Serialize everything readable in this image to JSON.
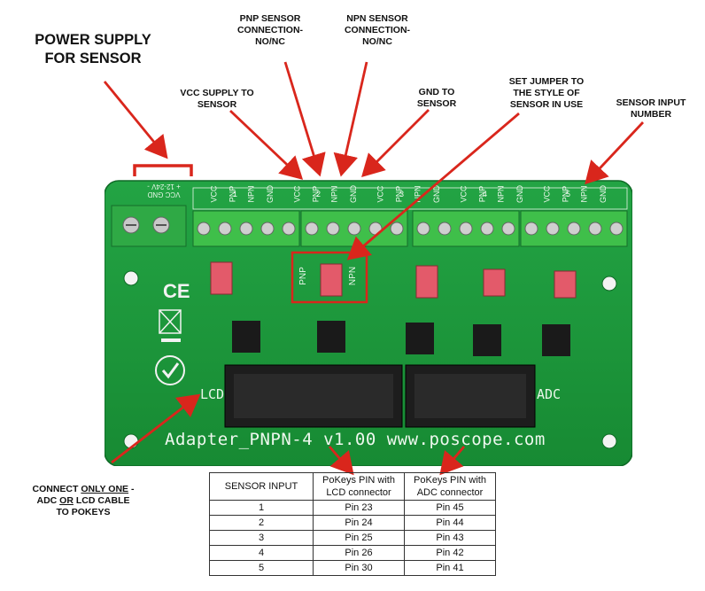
{
  "labels": {
    "power_supply": "POWER SUPPLY\nFOR SENSOR",
    "vcc_supply": "VCC SUPPLY TO\nSENSOR",
    "pnp_conn": "PNP SENSOR\nCONNECTION-\nNO/NC",
    "npn_conn": "NPN SENSOR\nCONNECTION-\nNO/NC",
    "gnd_to": "GND TO\nSENSOR",
    "jumper": "SET JUMPER TO\nTHE STYLE OF\nSENSOR IN USE",
    "sensor_input": "SENSOR INPUT\nNUMBER",
    "connect_pre": "CONNECT ",
    "connect_only": "ONLY ONE",
    "connect_mid": " -\nADC ",
    "connect_or": "OR",
    "connect_post": " LCD CABLE\nTO POKEYS"
  },
  "board": {
    "name": "Adapter_PNPN-4 v1.00 www.poscope.com",
    "lcd": "LCD",
    "adc": "ADC",
    "power_silk": "VCC GND\n+ 12-24V -",
    "ce": "CE",
    "channel_pins": [
      "VCC",
      "PNP",
      "NPN",
      "GND"
    ],
    "jumper_pnp": "PNP",
    "jumper_npn": "NPN",
    "channel_numbers": [
      "1",
      "2",
      "3",
      "4",
      "5"
    ]
  },
  "table": {
    "headers": [
      "SENSOR INPUT",
      "PoKeys PIN with\nLCD connector",
      "PoKeys PIN with\nADC connector"
    ],
    "rows": [
      [
        "1",
        "Pin 23",
        "Pin 45"
      ],
      [
        "2",
        "Pin 24",
        "Pin 44"
      ],
      [
        "3",
        "Pin 25",
        "Pin 43"
      ],
      [
        "4",
        "Pin 26",
        "Pin 42"
      ],
      [
        "5",
        "Pin 30",
        "Pin 41"
      ]
    ]
  },
  "colors": {
    "pcb": "#1f9a3c",
    "terminal": "#3fbf4a",
    "arrow": "#d9261c",
    "jumper": "#e35a6a"
  }
}
